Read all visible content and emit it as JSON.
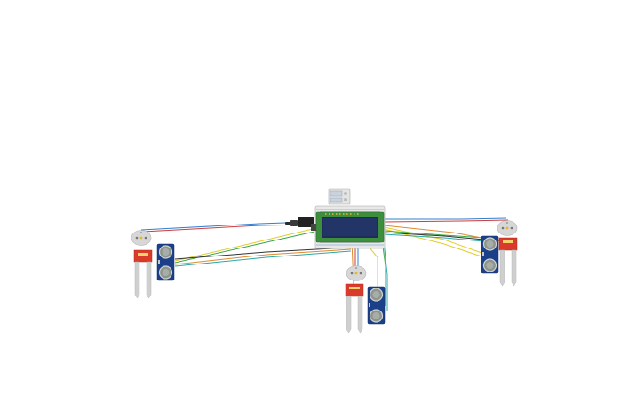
{
  "circuit": {
    "components": [
      {
        "id": "breadboard",
        "type": "breadboard",
        "icon": "breadboard-icon"
      },
      {
        "id": "lcd",
        "type": "lcd-16x2",
        "icon": "lcd-display-icon"
      },
      {
        "id": "rtc",
        "type": "rtc-module",
        "icon": "chip-icon"
      },
      {
        "id": "usb-plug",
        "type": "usb-cable",
        "icon": "usb-plug-icon"
      },
      {
        "id": "servo-left",
        "type": "servo",
        "icon": "servo-icon"
      },
      {
        "id": "servo-center",
        "type": "servo",
        "icon": "servo-icon"
      },
      {
        "id": "servo-right",
        "type": "servo",
        "icon": "servo-icon"
      },
      {
        "id": "moisture-left",
        "type": "soil-moisture-sensor",
        "icon": "soil-sensor-icon"
      },
      {
        "id": "moisture-center",
        "type": "soil-moisture-sensor",
        "icon": "soil-sensor-icon"
      },
      {
        "id": "moisture-right",
        "type": "soil-moisture-sensor",
        "icon": "soil-sensor-icon"
      },
      {
        "id": "ultrasonic-left",
        "type": "ultrasonic-sensor",
        "icon": "ultrasonic-sensor-icon"
      },
      {
        "id": "ultrasonic-center",
        "type": "ultrasonic-sensor",
        "icon": "ultrasonic-sensor-icon"
      },
      {
        "id": "ultrasonic-right",
        "type": "ultrasonic-sensor",
        "icon": "ultrasonic-sensor-icon"
      }
    ],
    "colors": {
      "background": "#ffffff",
      "breadboard": "#e8e8e8",
      "lcd_pcb": "#3d8f3d",
      "lcd_screen": "#1f2d5c",
      "servo_body": "#d7d7d7",
      "sensor_board": "#d93a2b",
      "sensor_probe": "#cfcfcf",
      "ultrasonic_board": "#1c3f8a",
      "ultrasonic_eye": "#9aa29a",
      "wire_blue": "#2f7fd0",
      "wire_red": "#d23b3b",
      "wire_yellow": "#e3cc2a",
      "wire_green": "#3aa84a",
      "wire_orange": "#e08a2b",
      "wire_black": "#333333",
      "wire_teal": "#2aa8a8"
    }
  }
}
